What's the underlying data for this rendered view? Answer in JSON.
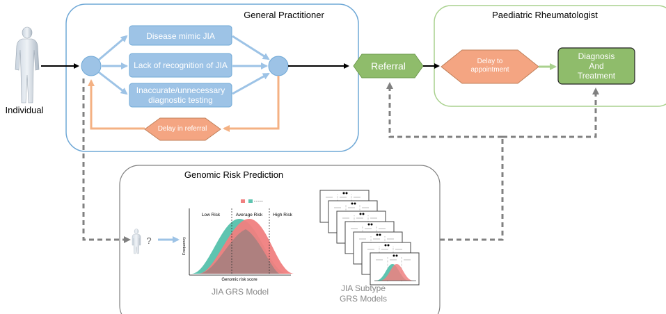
{
  "individual": {
    "label": "Individual"
  },
  "gp": {
    "title": "General Practitioner",
    "boxes": [
      "Disease mimic JIA",
      "Lack of recognition of JIA",
      "Inaccurate/unnecessary diagnostic testing"
    ],
    "delay": "Delay in referral"
  },
  "referral": {
    "label": "Referral"
  },
  "rheum": {
    "title": "Paediatric Rheumatologist",
    "delay": "Delay to appointment",
    "outcome": "Diagnosis And Treatment"
  },
  "genomic": {
    "title": "Genomic Risk Prediction",
    "question": "?",
    "grs_model_label": "JIA GRS Model",
    "subtype_label": "JIA Subtype GRS Models",
    "plot": {
      "low": "Low Risk",
      "average": "Average Risk",
      "high": "High Risk",
      "ylabel": "Frequency",
      "xlabel": "Genomic risk score"
    }
  },
  "colors": {
    "blue_border": "#6fa8d6",
    "blue_fill": "#9dc3e6",
    "green_border": "#a9d18e",
    "green_fill": "#8fbc6b",
    "orange": "#f4a582",
    "orange_line": "#f4b183",
    "teal": "#5ec4b0",
    "red": "#f08080",
    "gray": "#808080"
  }
}
